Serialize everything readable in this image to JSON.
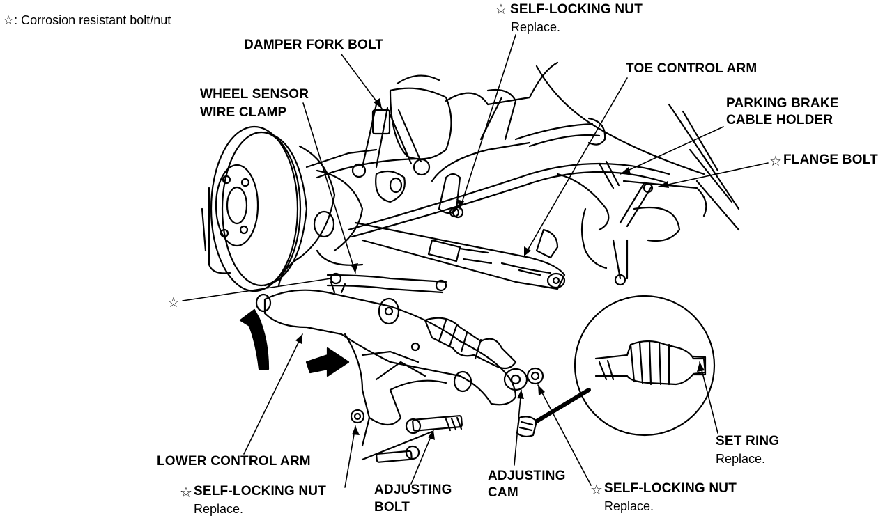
{
  "legend": {
    "symbol": "☆",
    "text": ": Corrosion resistant bolt/nut"
  },
  "labels": {
    "damper_fork_bolt": "DAMPER FORK BOLT",
    "self_locking_nut_top": "SELF-LOCKING NUT",
    "self_locking_nut_top_note": "Replace.",
    "toe_control_arm": "TOE CONTROL ARM",
    "wheel_sensor_line1": "WHEEL SENSOR",
    "wheel_sensor_line2": "WIRE CLAMP",
    "parking_brake_line1": "PARKING BRAKE",
    "parking_brake_line2": "CABLE HOLDER",
    "flange_bolt": "FLANGE BOLT",
    "lower_control_arm": "LOWER CONTROL ARM",
    "self_locking_nut_left": "SELF-LOCKING NUT",
    "self_locking_nut_left_note": "Replace.",
    "adjusting_bolt_line1": "ADJUSTING",
    "adjusting_bolt_line2": "BOLT",
    "adjusting_cam_line1": "ADJUSTING",
    "adjusting_cam_line2": "CAM",
    "self_locking_nut_right": "SELF-LOCKING NUT",
    "self_locking_nut_right_note": "Replace.",
    "set_ring": "SET RING",
    "set_ring_note": "Replace."
  },
  "star": "☆"
}
